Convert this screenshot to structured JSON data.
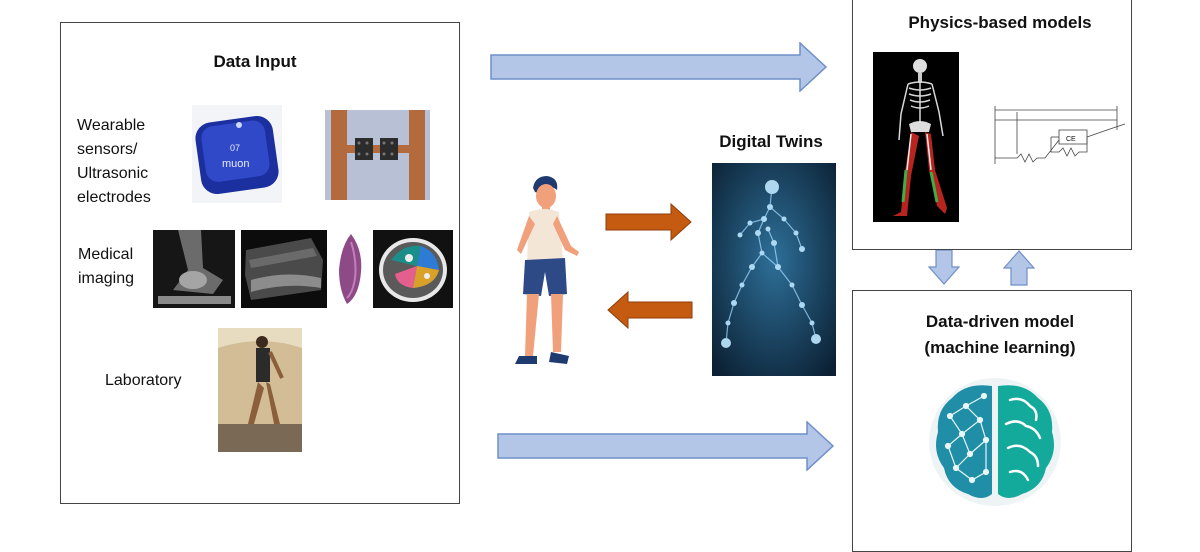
{
  "data_input": {
    "title": "Data Input",
    "wearable_label": "Wearable sensors/ Ultrasonic electrodes",
    "medical_label": "Medical imaging",
    "lab_label": "Laboratory",
    "sensor_text_top": "07",
    "sensor_brand": "muon"
  },
  "digital_twins": {
    "title": "Digital Twins"
  },
  "physics": {
    "title": "Physics-based models",
    "ce_label": "CE"
  },
  "datadriven": {
    "title_line1": "Data-driven model",
    "title_line2": "(machine learning)"
  },
  "colors": {
    "blue_arrow": "#b3c6e7",
    "blue_arrow_border": "#6f8fc7",
    "orange_arrow": "#c55a11",
    "brain_left": "#1f8ea6",
    "brain_right": "#13a99b"
  }
}
